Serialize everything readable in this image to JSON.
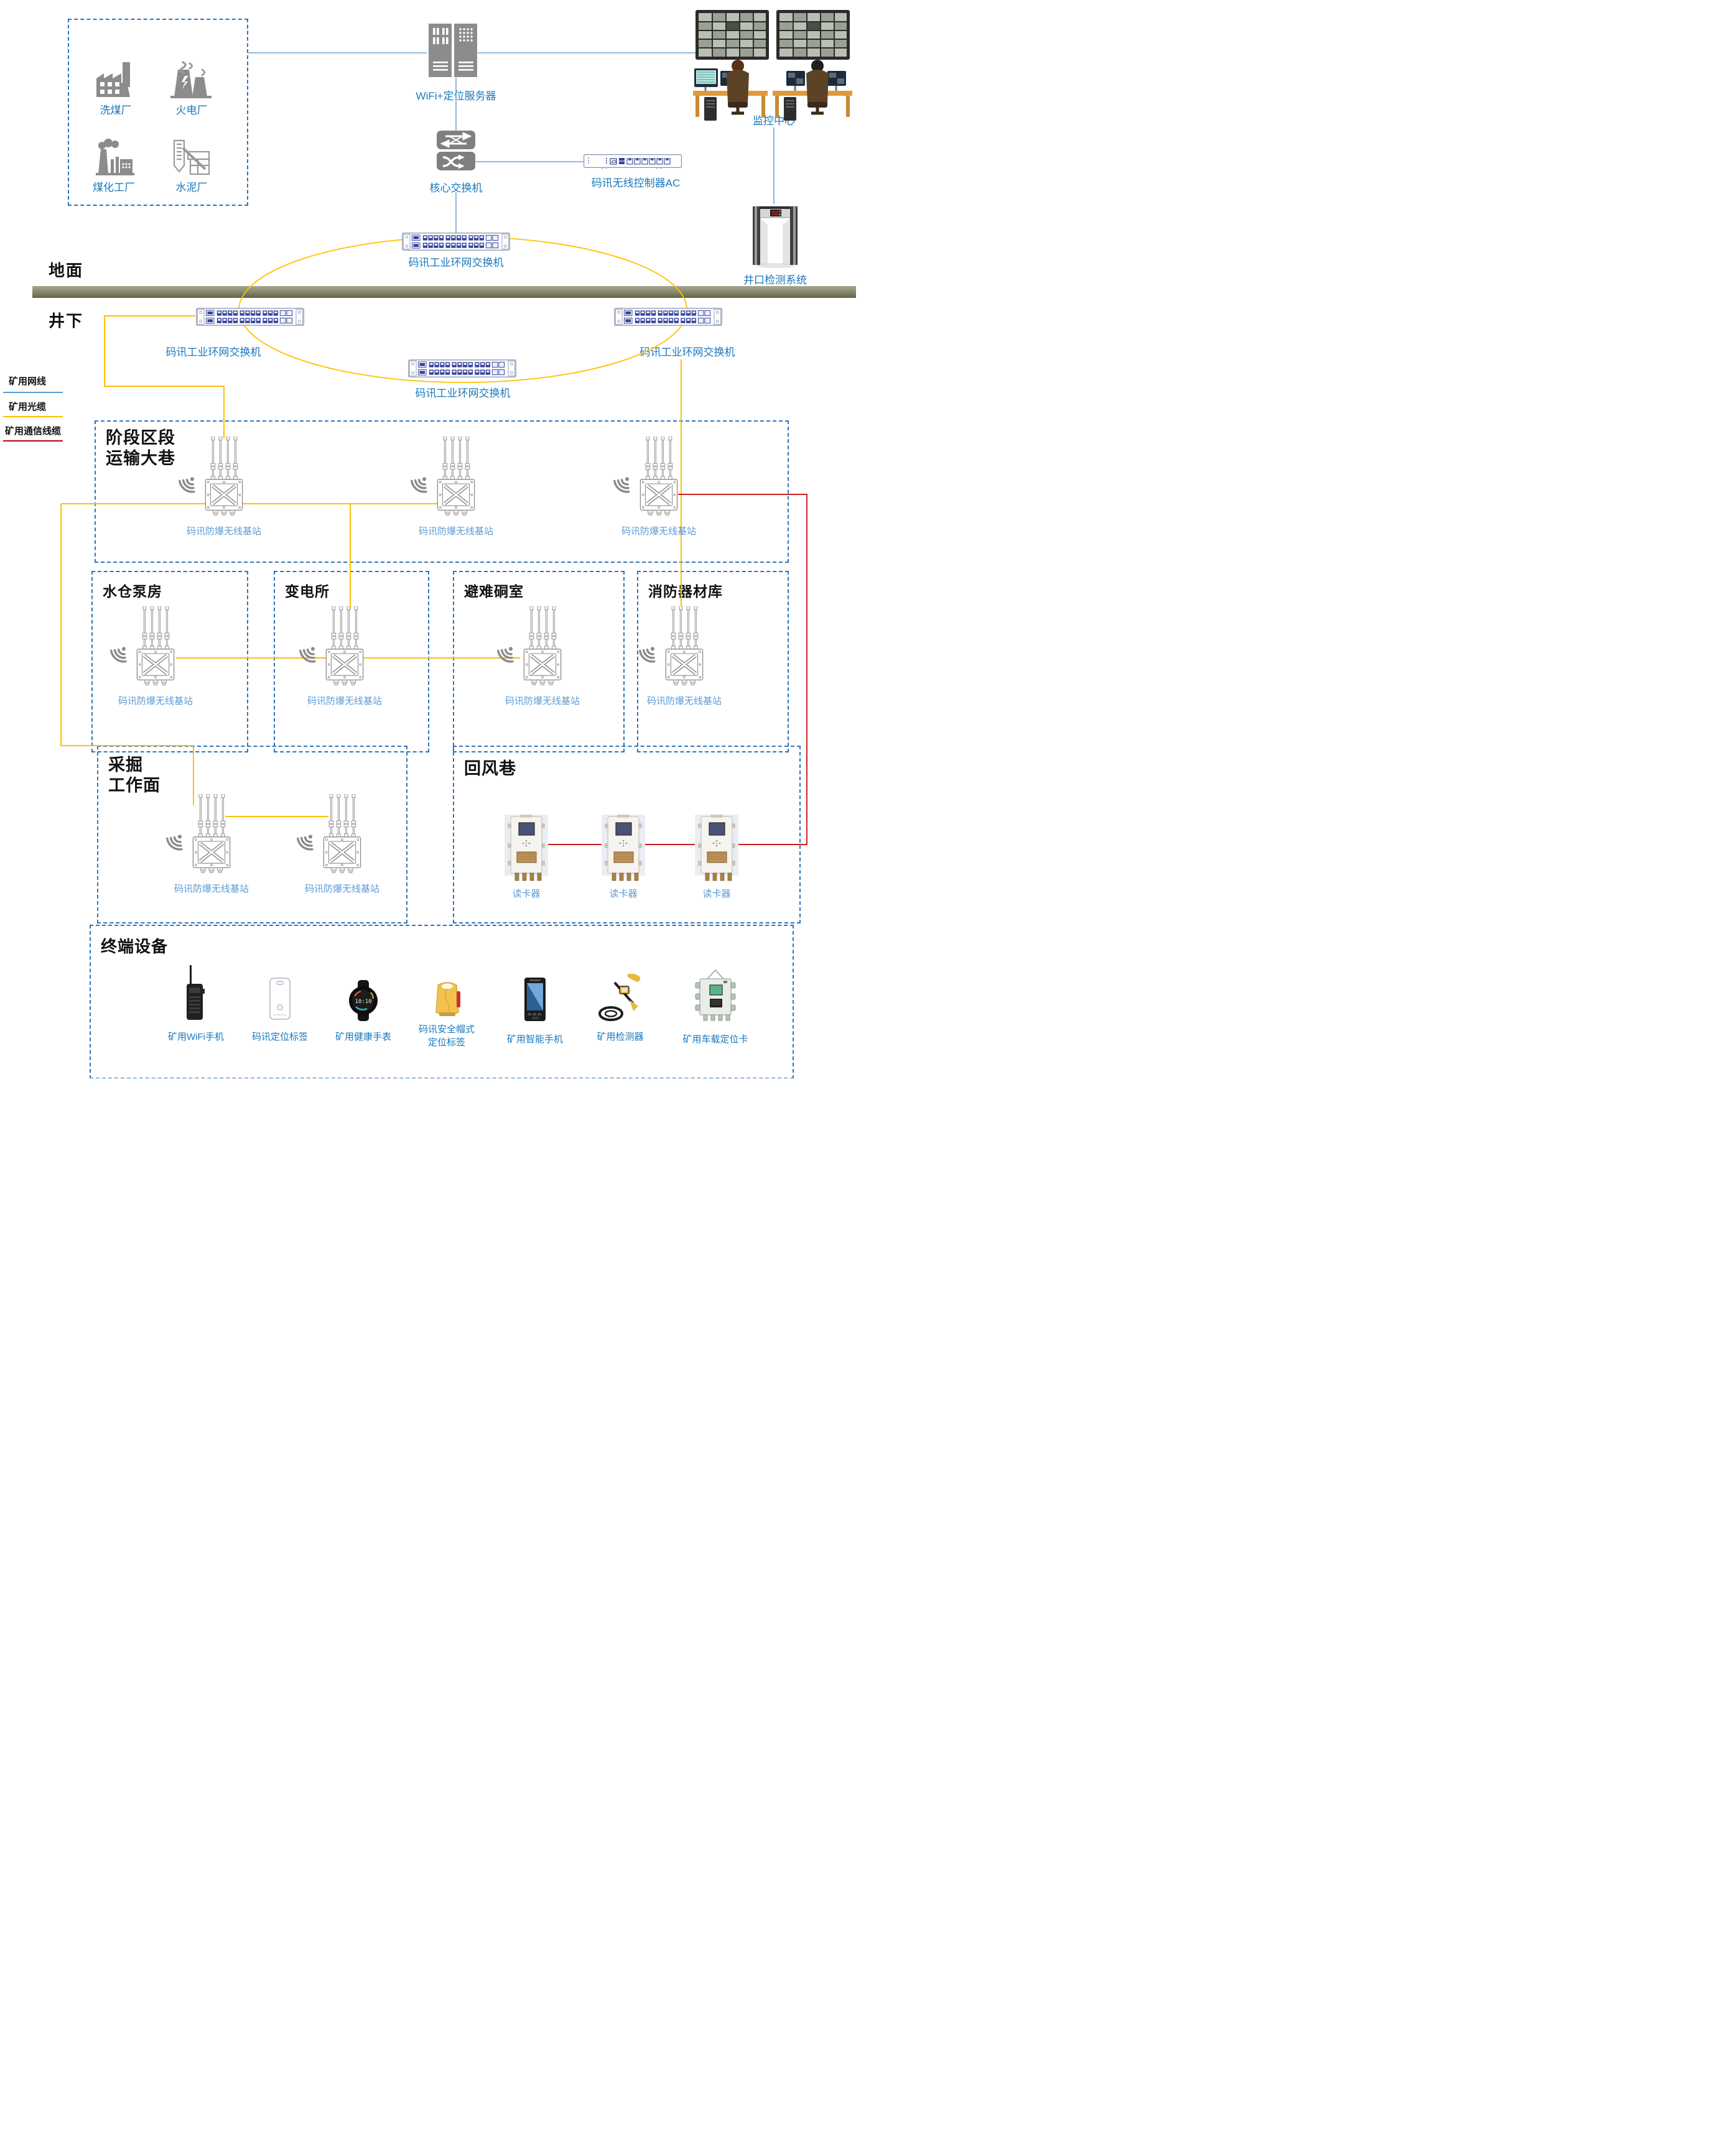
{
  "colors": {
    "dashed_border": "#2E75B6",
    "label_blue": "#1878BE",
    "station_label_blue": "#5B9BD5",
    "cable_network_blue": "#5B9BD5",
    "cable_fiber_yellow": "#FFC000",
    "cable_comm_red": "#C00000",
    "ground_bar_olive": "#84846A",
    "icon_gray": "#8C8C8C"
  },
  "surface": {
    "ground_label": "地面",
    "underground_label": "井下",
    "plants": {
      "items": [
        {
          "label": "洗煤厂",
          "icon": "coal-washing-plant-icon"
        },
        {
          "label": "火电厂",
          "icon": "thermal-power-plant-icon"
        },
        {
          "label": "煤化工厂",
          "icon": "coal-chemical-plant-icon"
        },
        {
          "label": "水泥厂",
          "icon": "cement-plant-icon"
        }
      ]
    },
    "server": {
      "label": "WiFi+定位服务器",
      "icon": "server-towers-icon"
    },
    "core_switch": {
      "label": "核心交换机",
      "icon": "core-switch-icon"
    },
    "ac_controller": {
      "label": "码讯无线控制器AC",
      "icon": "wireless-controller-icon"
    },
    "monitoring_center": {
      "label": "监控中心",
      "icon": "control-room-icon"
    },
    "shaft_gate": {
      "label": "井口检测系统",
      "icon": "detection-gate-icon"
    }
  },
  "legend": {
    "items": [
      {
        "label": "矿用网线",
        "color": "#5B9BD5"
      },
      {
        "label": "矿用光缆",
        "color": "#FFC000"
      },
      {
        "label": "矿用通信线缆",
        "color": "#C00000"
      }
    ]
  },
  "ring": {
    "switches": [
      {
        "label": "码讯工业环网交换机",
        "position": "surface-top"
      },
      {
        "label": "码讯工业环网交换机",
        "position": "underground-left"
      },
      {
        "label": "码讯工业环网交换机",
        "position": "underground-right"
      },
      {
        "label": "码讯工业环网交换机",
        "position": "underground-bottom"
      }
    ]
  },
  "sections": {
    "transport": {
      "title_line1": "阶段区段",
      "title_line2": "运输大巷",
      "base_stations": [
        {
          "label": "码讯防爆无线基站"
        },
        {
          "label": "码讯防爆无线基站"
        },
        {
          "label": "码讯防爆无线基站"
        }
      ]
    },
    "rooms": [
      {
        "title": "水仓泵房",
        "base_station": {
          "label": "码讯防爆无线基站"
        }
      },
      {
        "title": "变电所",
        "base_station": {
          "label": "码讯防爆无线基站"
        }
      },
      {
        "title": "避难硐室",
        "base_station": {
          "label": "码讯防爆无线基站"
        }
      },
      {
        "title": "消防器材库",
        "base_station": {
          "label": "码讯防爆无线基站"
        }
      }
    ],
    "mining_face": {
      "title_line1": "采掘",
      "title_line2": "工作面",
      "base_stations": [
        {
          "label": "码讯防爆无线基站"
        },
        {
          "label": "码讯防爆无线基站"
        }
      ]
    },
    "return_airway": {
      "title": "回风巷",
      "readers": [
        {
          "label": "读卡器"
        },
        {
          "label": "读卡器"
        },
        {
          "label": "读卡器"
        }
      ]
    },
    "terminals": {
      "title": "终端设备",
      "devices": [
        {
          "label": "矿用WiFi手机",
          "icon": "wifi-phone-icon"
        },
        {
          "label": "码讯定位标签",
          "icon": "positioning-tag-icon"
        },
        {
          "label": "矿用健康手表",
          "icon": "health-watch-icon"
        },
        {
          "label_line1": "码讯安全帽式",
          "label_line2": "定位标签",
          "icon": "helmet-tag-icon"
        },
        {
          "label": "矿用智能手机",
          "icon": "smartphone-icon"
        },
        {
          "label": "矿用检测器",
          "icon": "metal-detector-icon"
        },
        {
          "label": "矿用车载定位卡",
          "icon": "vehicle-card-icon"
        }
      ]
    }
  },
  "connections": [
    {
      "from": "厂区(洗煤厂/火电厂/煤化工厂/水泥厂)",
      "to": "WiFi+定位服务器",
      "cable": "矿用网线"
    },
    {
      "from": "WiFi+定位服务器",
      "to": "监控中心",
      "cable": "矿用网线"
    },
    {
      "from": "WiFi+定位服务器",
      "to": "核心交换机",
      "cable": "矿用网线"
    },
    {
      "from": "核心交换机",
      "to": "码讯无线控制器AC",
      "cable": "矿用网线"
    },
    {
      "from": "监控中心",
      "to": "井口检测系统",
      "cable": "矿用网线"
    },
    {
      "from": "核心交换机",
      "to": "码讯工业环网交换机环网",
      "cable": "矿用网线"
    },
    {
      "from": "码讯工业环网交换机(井下左)",
      "to": "阶段区段运输大巷基站1",
      "cable": "矿用光缆"
    },
    {
      "from": "码讯工业环网交换机(井下右)",
      "to": "阶段区段运输大巷基站3",
      "cable": "矿用光缆"
    },
    {
      "from": "阶段区段运输大巷基站1",
      "to": "变电所基站",
      "cable": "矿用光缆"
    },
    {
      "from": "水仓泵房基站",
      "to": "变电所基站",
      "cable": "矿用光缆"
    },
    {
      "from": "变电所基站",
      "to": "避难硐室基站",
      "cable": "矿用光缆"
    },
    {
      "from": "阶段区段运输大巷基站3",
      "to": "消防器材库基站",
      "cable": "矿用光缆"
    },
    {
      "from": "阶段区段运输大巷基站1",
      "to": "采掘工作面基站1",
      "cable": "矿用光缆"
    },
    {
      "from": "采掘工作面基站1",
      "to": "采掘工作面基站2",
      "cable": "矿用光缆"
    },
    {
      "from": "阶段区段运输大巷基站3",
      "to": "回风巷读卡器",
      "cable": "矿用通信线缆"
    },
    {
      "from": "读卡器",
      "to": "读卡器",
      "cable": "矿用通信线缆"
    }
  ]
}
